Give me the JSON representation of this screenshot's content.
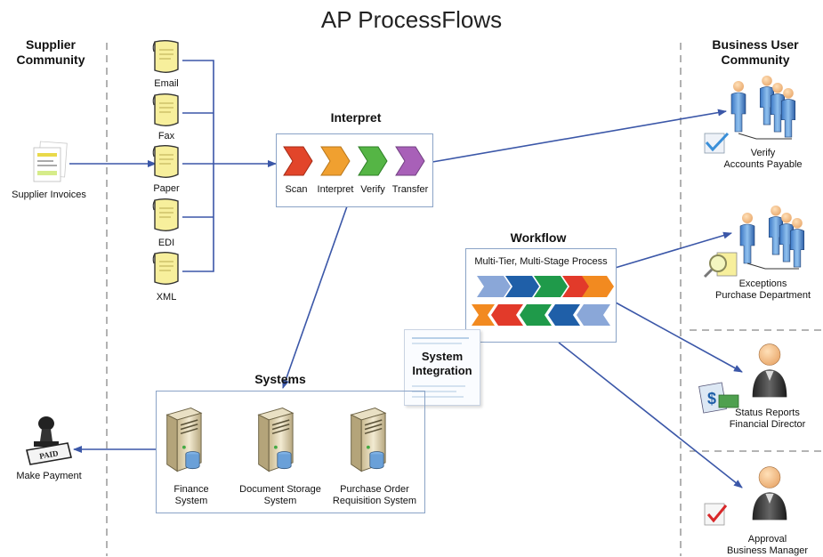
{
  "title": "AP ProcessFlows",
  "supplier": {
    "heading_line1": "Supplier",
    "heading_line2": "Community",
    "invoices_label": "Supplier Invoices",
    "payment_label": "Make Payment",
    "stamp_text": "PAID"
  },
  "business": {
    "heading_line1": "Business User",
    "heading_line2": "Community",
    "verify_line1": "Verify",
    "verify_line2": "Accounts Payable",
    "exceptions_line1": "Exceptions",
    "exceptions_line2": "Purchase Department",
    "status_line1": "Status Reports",
    "status_line2": "Financial Director",
    "approval_line1": "Approval",
    "approval_line2": "Business Manager"
  },
  "formats": [
    "Email",
    "Fax",
    "Paper",
    "EDI",
    "XML"
  ],
  "interpret": {
    "heading": "Interpret",
    "steps": [
      "Scan",
      "Interpret",
      "Verify",
      "Transfer"
    ]
  },
  "workflow": {
    "heading": "Workflow",
    "subtitle": "Multi-Tier, Multi-Stage Process"
  },
  "integration": {
    "line1": "System",
    "line2": "Integration"
  },
  "systems": {
    "heading": "Systems",
    "items": [
      {
        "line1": "Finance",
        "line2": "System"
      },
      {
        "line1": "Document Storage",
        "line2": "System"
      },
      {
        "line1": "Purchase Order",
        "line2": "Requisition System"
      }
    ]
  },
  "colors": {
    "arrow": "#3b57a8",
    "panel_border": "#8aa3c6",
    "scan": "#e2452a",
    "interpret": "#f0a030",
    "verify": "#55b545",
    "transfer": "#a860b8",
    "wf_light": "#8aa7d8",
    "wf_blue": "#1f5fa8",
    "wf_green": "#1f9a4a",
    "wf_red": "#e23a2a",
    "wf_orange": "#f28a20",
    "document": "#f7ef9c"
  }
}
